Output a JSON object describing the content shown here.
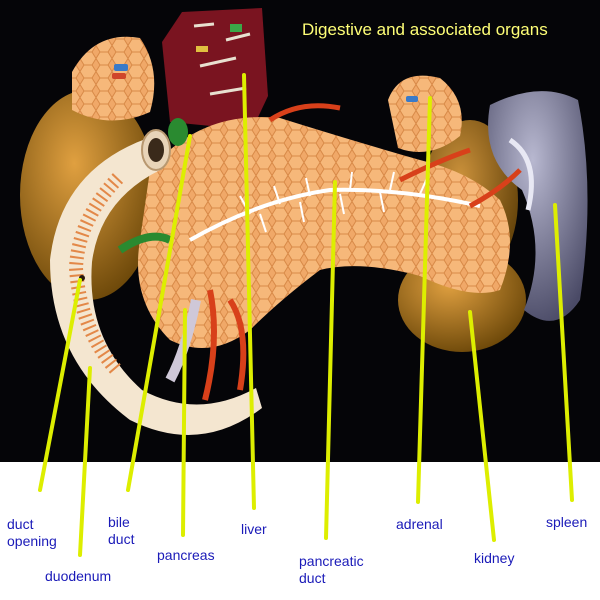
{
  "title": "Digestive and associated organs",
  "labels": {
    "duct_opening": [
      "duct",
      "opening"
    ],
    "duodenum": "duodenum",
    "bile_duct": [
      "bile",
      "duct"
    ],
    "pancreas": "pancreas",
    "liver": "liver",
    "pancreatic_duct": [
      "pancreatic",
      "duct"
    ],
    "adrenal": "adrenal",
    "kidney": "kidney",
    "spleen": "spleen"
  },
  "colors": {
    "leader_line": "#ddee00",
    "label_text": "#1a1ab8",
    "title_text": "#ffff77",
    "background": "#050508"
  }
}
